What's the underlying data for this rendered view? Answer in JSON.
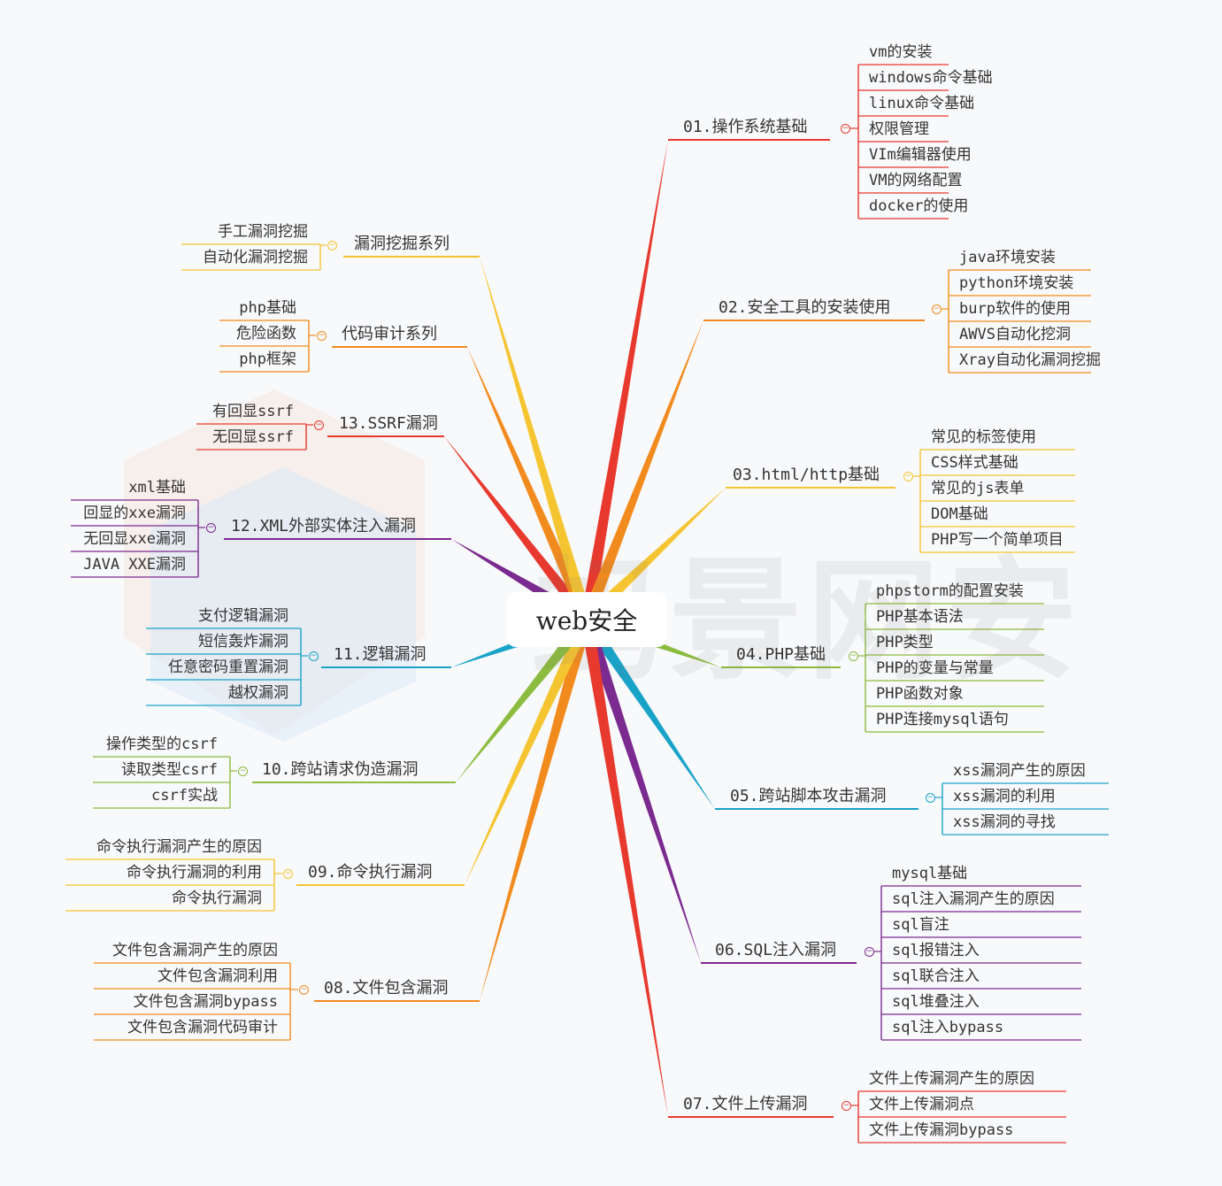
{
  "root": {
    "title": "web安全"
  },
  "watermark": {
    "text": "蚂景网安"
  },
  "colors": {
    "red": "#e8392e",
    "orange": "#f28b1e",
    "yellow": "#f5c531",
    "green": "#8cbc3f",
    "teal": "#1aa3c9",
    "purple": "#7b2a8f"
  },
  "branches": [
    {
      "id": "b01",
      "label": "01.操作系统基础",
      "color": "red",
      "children": [
        "vm的安装",
        "windows命令基础",
        "linux命令基础",
        "权限管理",
        "VIm编辑器使用",
        "VM的网络配置",
        "docker的使用"
      ]
    },
    {
      "id": "b02",
      "label": "02.安全工具的安装使用",
      "color": "orange",
      "children": [
        "java环境安装",
        "python环境安装",
        "burp软件的使用",
        "AWVS自动化挖洞",
        "Xray自动化漏洞挖掘"
      ]
    },
    {
      "id": "b03",
      "label": "03.html/http基础",
      "color": "yellow",
      "children": [
        "常见的标签使用",
        "CSS样式基础",
        "常见的js表单",
        "DOM基础",
        "PHP写一个简单项目"
      ]
    },
    {
      "id": "b04",
      "label": "04.PHP基础",
      "color": "green",
      "children": [
        "phpstorm的配置安装",
        "PHP基本语法",
        "PHP类型",
        "PHP的变量与常量",
        "PHP函数对象",
        "PHP连接mysql语句"
      ]
    },
    {
      "id": "b05",
      "label": "05.跨站脚本攻击漏洞",
      "color": "teal",
      "children": [
        "xss漏洞产生的原因",
        "xss漏洞的利用",
        "xss漏洞的寻找"
      ]
    },
    {
      "id": "b06",
      "label": "06.SQL注入漏洞",
      "color": "purple",
      "children": [
        "mysql基础",
        "sql注入漏洞产生的原因",
        "sql盲注",
        "sql报错注入",
        "sql联合注入",
        "sql堆叠注入",
        "sql注入bypass"
      ]
    },
    {
      "id": "b07",
      "label": "07.文件上传漏洞",
      "color": "red",
      "children": [
        "文件上传漏洞产生的原因",
        "文件上传漏洞点",
        "文件上传漏洞bypass"
      ]
    },
    {
      "id": "b08",
      "label": "08.文件包含漏洞",
      "color": "orange",
      "children": [
        "文件包含漏洞产生的原因",
        "文件包含漏洞利用",
        "文件包含漏洞bypass",
        "文件包含漏洞代码审计"
      ]
    },
    {
      "id": "b09",
      "label": "09.命令执行漏洞",
      "color": "yellow",
      "children": [
        "命令执行漏洞产生的原因",
        "命令执行漏洞的利用",
        "命令执行漏洞"
      ]
    },
    {
      "id": "b10",
      "label": "10.跨站请求伪造漏洞",
      "color": "green",
      "children": [
        "操作类型的csrf",
        "读取类型csrf",
        "csrf实战"
      ]
    },
    {
      "id": "b11",
      "label": "11.逻辑漏洞",
      "color": "teal",
      "children": [
        "支付逻辑漏洞",
        "短信轰炸漏洞",
        "任意密码重置漏洞",
        "越权漏洞"
      ]
    },
    {
      "id": "b12",
      "label": "12.XML外部实体注入漏洞",
      "color": "purple",
      "children": [
        "xml基础",
        "回显的xxe漏洞",
        "无回显xxe漏洞",
        "JAVA XXE漏洞"
      ]
    },
    {
      "id": "b13",
      "label": "13.SSRF漏洞",
      "color": "red",
      "children": [
        "有回显ssrf",
        "无回显ssrf"
      ]
    },
    {
      "id": "b14",
      "label": "代码审计系列",
      "color": "orange",
      "children": [
        "php基础",
        "危险函数",
        "php框架"
      ]
    },
    {
      "id": "b15",
      "label": "漏洞挖掘系列",
      "color": "yellow",
      "children": [
        "手工漏洞挖掘",
        "自动化漏洞挖掘"
      ]
    }
  ]
}
